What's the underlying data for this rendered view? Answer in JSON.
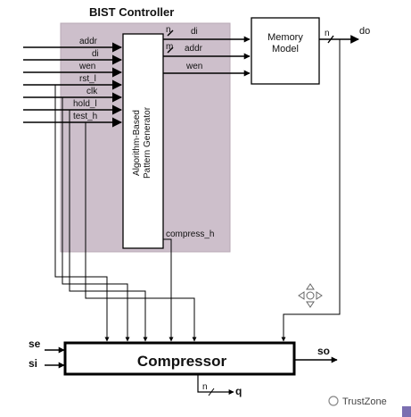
{
  "diagram": {
    "bist_title": "BIST Controller",
    "pattern_generator": {
      "line1": "Algorithm-Based",
      "line2": "Pattern Generator"
    },
    "memory_model": {
      "line1": "Memory",
      "line2": "Model"
    },
    "compressor": {
      "label": "Compressor"
    },
    "input_pins": [
      "addr",
      "di",
      "wen",
      "rst_l",
      "clk",
      "hold_l",
      "test_h"
    ],
    "memory_links": [
      "di",
      "addr",
      "wen"
    ],
    "bus_n_label": "n",
    "bus_m_label": "m",
    "compress_label": "compress_h",
    "do_label": "do",
    "compressor_inputs": {
      "se": "se",
      "si": "si"
    },
    "compressor_outputs": {
      "so": "so",
      "q": "q",
      "q_bus": "n"
    }
  },
  "watermark": {
    "text": "TrustZone"
  },
  "colors": {
    "bist_fill": "#cdbfcb",
    "line": "#000000",
    "box_fill": "#ffffff"
  }
}
